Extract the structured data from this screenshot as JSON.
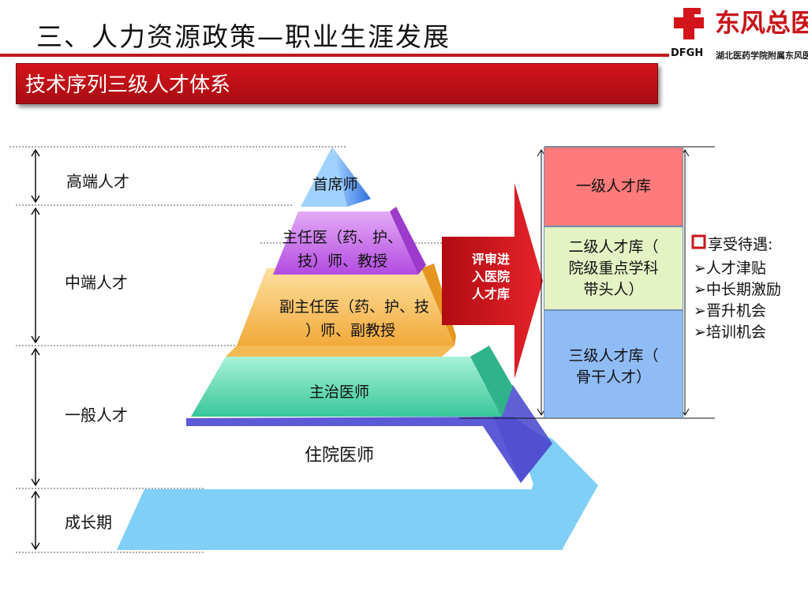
{
  "header": {
    "title": "三、人力资源政策—职业生涯发展",
    "subtitle": "技术序列三级人才体系"
  },
  "logo": {
    "brand": "东风总医院",
    "abbr": "DFGH",
    "sub": "湖北医药学院附属东风医院"
  },
  "tiers": {
    "high": "高端人才",
    "middle": "中端人才",
    "general": "一般人才",
    "growth": "成长期"
  },
  "pyramid": {
    "level1": "首席师",
    "level2_line1": "主任医（药、护、",
    "level2_line2": "技）师、教授",
    "level3_line1": "副主任医（药、护、技",
    "level3_line2": "）师、副教授",
    "level4": "主治医师",
    "level5": "住院医师"
  },
  "arrow": {
    "line1": "评审进",
    "line2": "入医院",
    "line3": "人才库"
  },
  "libraries": {
    "first": "一级人才库",
    "second_line1": "二级人才库（",
    "second_line2": "院级重点学科",
    "second_line3": "带头人）",
    "third_line1": "三级人才库（",
    "third_line2": "骨干人才）"
  },
  "benefits": {
    "heading": "享受待遇:",
    "items": [
      "人才津贴",
      "中长期激励",
      "晋升机会",
      "培训机会"
    ]
  },
  "colors": {
    "brand_red": "#c0181e",
    "lib1": "#ff7a7a",
    "lib2": "#e4f2c4",
    "lib3": "#8fbcf4",
    "growth_bar": "#7fcff7"
  }
}
